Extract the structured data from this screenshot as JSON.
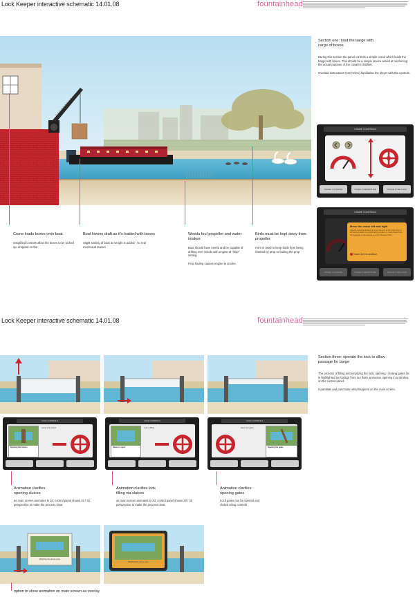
{
  "page1": {
    "title": "Lock Keeper interactive schematic 14.01.08",
    "brand": "fountainhead",
    "section": {
      "heading": "Section one: load the barge with cargo of boxes",
      "para1": "During this section the panel controls a simple crane which loads the barge with boxes. This should be a simple device aimed at reinforcing the actual purpose of the canal to children.",
      "para2": "Overlaid instructions (see below) familiarise the player with the controls."
    },
    "annotations": [
      {
        "heading": "Crane loads boxes onto boat",
        "body": "Simplified controls allow the boxes to be picked up, dropped on the"
      },
      {
        "heading": "Boat lowers draft as it's loaded with boxes",
        "body": "Slight sinking of boat as weight is added - no real mechnical reason"
      },
      {
        "heading": "Weeds foul propeller and water intakes",
        "body": "Boat should have inertia and be capable of drifting over weeds with engine at \"stop\" setting.",
        "body2": "Prop fouling causes engine to smoke."
      },
      {
        "heading": "Birds must be kept away from propeller",
        "body": "Horn is used to keep birds from being harmed by prop or fouling the prop"
      }
    ],
    "panel1": {
      "header": "CRANE CONTROLS",
      "stages": [
        "STAGE 1 LOADING",
        "STAGE 2 DEPARTURE",
        "STAGE 3 THE LOCK"
      ]
    },
    "panel2": {
      "header": "CRANE CONTROLS",
      "tip_title": "Move the crane left and right",
      "tip_body": "Use the red arrow buttons to move the arm of the crane from a left facing position to a right facing position, to move boxes from the quayside to the boat as you can transport them.",
      "tip_action": "Touch here to continue",
      "stages": [
        "STAGE 1 LOADING",
        "STAGE 2 DEPARTURE",
        "STAGE 3 THE LOCK"
      ]
    }
  },
  "page2": {
    "title": "Lock Keeper interactive schematic 14.01.08",
    "brand": "fountainhead",
    "section": {
      "heading": "Section three: operate the lock to allow passage for barge",
      "para1": "The process of filling and emptying the lock, opening / closing gates etc is highlighted by footage from our flash animation opening in a window on the control panel.",
      "para2": "It parallels and punctuate what happens on the main screen."
    },
    "panels": [
      {
        "header": "LOCK CONTROLS",
        "card_title": "Opening the sluices",
        "card_label": "Lower lock sluices"
      },
      {
        "header": "LOCK CONTROLS",
        "card_title": "Sluice is open!",
        "card_label": "Lock is filling"
      },
      {
        "header": "LOCK CONTROLS",
        "card_title": "Opening the gates",
        "card_label": "Open lock gates"
      }
    ],
    "annotations": [
      {
        "heading": "Animation clarifies opening sluices",
        "body": "as main screen animates in 2d, control panel shows 20 / 20 perspective to make the process clear."
      },
      {
        "heading": "Animation clarifies lock filling via sluices",
        "body": "as main screen animates in 2d, control panel shows 20 / 20 perspective to make the process clear."
      },
      {
        "heading": "Animation clarifies opening gates",
        "body": "Lock gates can be opened and closed using controls"
      }
    ],
    "overlay_caption": "Watching the sluices open",
    "overlay_note": "option to show animation on main screen as overlay"
  },
  "colors": {
    "accent": "#e7508f",
    "brand": "#e0609a",
    "sky": "#bfe3f3",
    "water": "#5fb7d4",
    "brick": "#c8262e",
    "barge": "#b02330"
  }
}
